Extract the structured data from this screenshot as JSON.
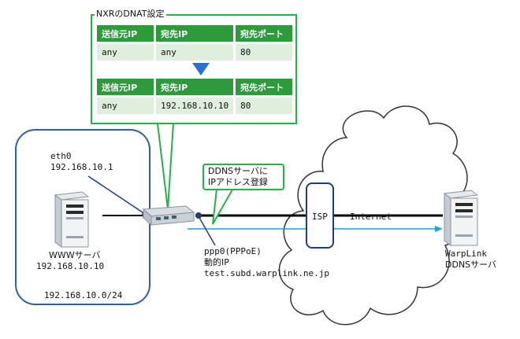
{
  "nat_callout": {
    "title": "NXRのDNAT設定",
    "headers": [
      "送信元IP",
      "宛先IP",
      "宛先ポート"
    ],
    "before": [
      "any",
      "any",
      "80"
    ],
    "after": [
      "any",
      "192.168.10.10",
      "80"
    ]
  },
  "lan": {
    "eth0_label": "eth0",
    "eth0_ip": "192.168.10.1",
    "www_server_label": "WWWサーバ",
    "www_server_ip": "192.168.10.10",
    "network": "192.168.10.0/24"
  },
  "ddns_callout": {
    "line1": "DDNSサーバに",
    "line2": "IPアドレス登録"
  },
  "wan": {
    "iface": "ppp0(PPPoE)",
    "ip_type": "動的IP",
    "hostname": "test.subd.warplink.ne.jp"
  },
  "isp_label": "ISP",
  "internet_label": "Internet",
  "ddns_server": {
    "line1": "WarpLink",
    "line2": "DDNSサーバ"
  },
  "colors": {
    "green": "#2e9a3c",
    "green_light": "#dfeedd",
    "navy": "#1f3d7a",
    "blue_arrow": "#1fa3e0",
    "lan_border": "#2e5fa3"
  }
}
